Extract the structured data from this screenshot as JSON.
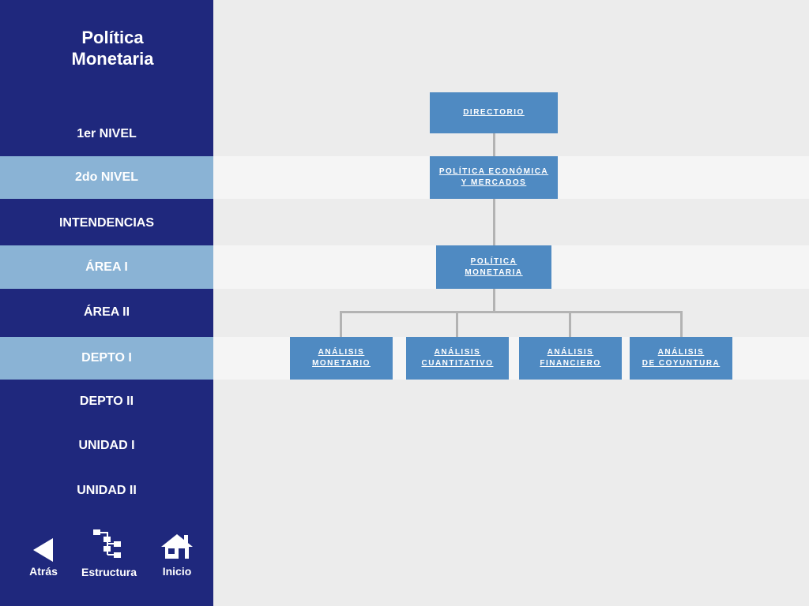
{
  "sidebar": {
    "title_line1": "Política",
    "title_line2": "Monetaria",
    "levels": [
      {
        "label": "1er NIVEL"
      },
      {
        "label": "2do NIVEL"
      },
      {
        "label": "INTENDENCIAS"
      },
      {
        "label": "ÁREA I"
      },
      {
        "label": "ÁREA II"
      },
      {
        "label": "DEPTO I"
      },
      {
        "label": "DEPTO II"
      },
      {
        "label": "UNIDAD I"
      },
      {
        "label": "UNIDAD II"
      }
    ],
    "nav": {
      "back": {
        "label": "Atrás",
        "icon": "back-triangle-icon"
      },
      "structure": {
        "label": "Estructura",
        "icon": "org-chart-icon"
      },
      "home": {
        "label": "Inicio",
        "icon": "home-icon"
      }
    }
  },
  "org": {
    "directorio": {
      "line1": "DIRECTORIO"
    },
    "politica_economica": {
      "line1": "POLÍTICA ECONÓMICA",
      "line2": "Y MERCADOS"
    },
    "politica_monetaria": {
      "line1": "POLÍTICA",
      "line2": "MONETARIA"
    },
    "analisis_monetario": {
      "line1": "ANÁLISIS",
      "line2": "MONETARIO"
    },
    "analisis_cuantitativo": {
      "line1": "ANÁLISIS",
      "line2": "CUANTITATIVO"
    },
    "analisis_financiero": {
      "line1": "ANÁLISIS",
      "line2": "FINANCIERO"
    },
    "analisis_coyuntura": {
      "line1": "ANÁLISIS",
      "line2": "DE COYUNTURA"
    }
  },
  "colors": {
    "sidebar": "#1f287d",
    "highlight": "#8ab3d5",
    "node": "#4f8ac2",
    "background": "#ececec",
    "band": "#f5f5f5",
    "connector": "#b3b3b3"
  }
}
